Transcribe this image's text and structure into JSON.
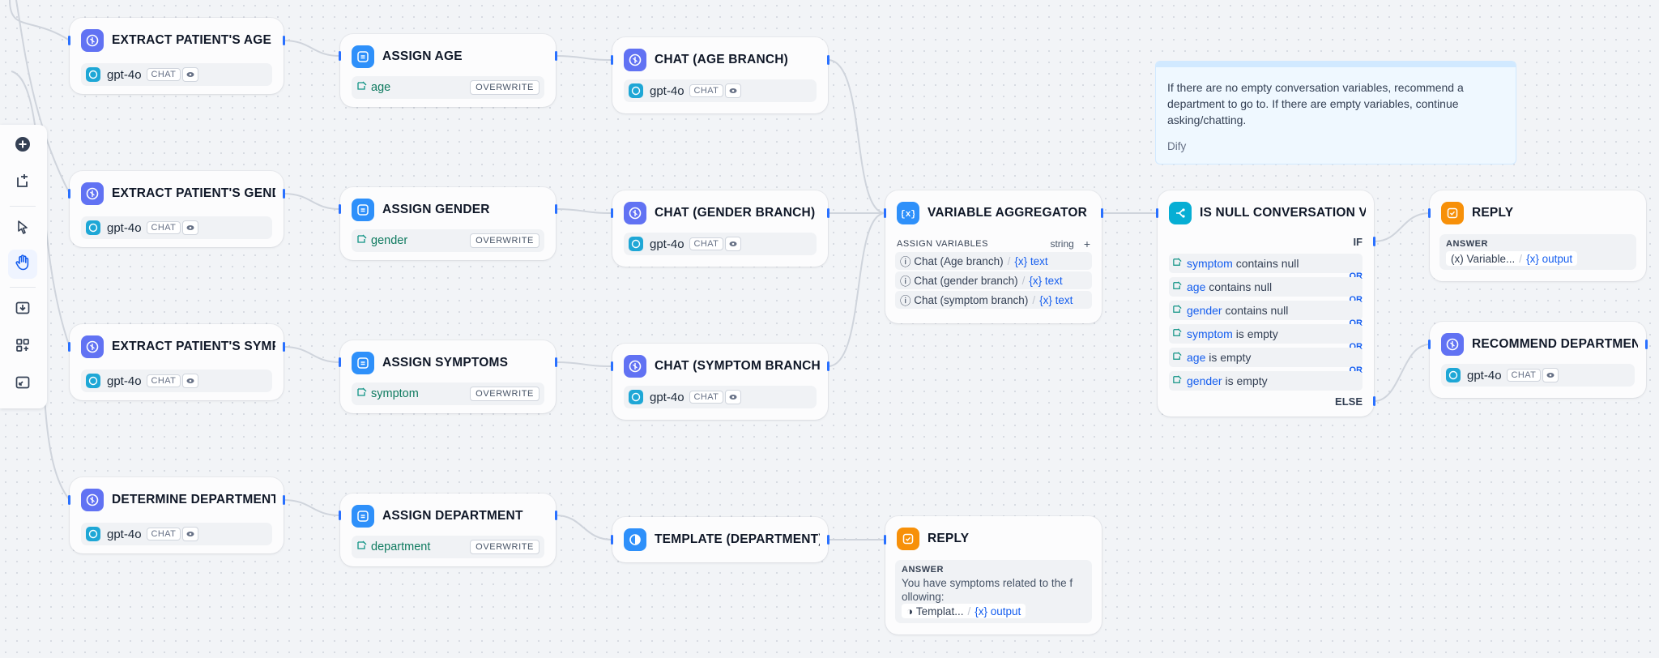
{
  "nodes": {
    "extract_age": {
      "title": "EXTRACT PATIENT'S AGE",
      "model": "gpt-4o",
      "mode": "CHAT"
    },
    "extract_gender": {
      "title": "EXTRACT PATIENT'S GENDE",
      "model": "gpt-4o",
      "mode": "CHAT"
    },
    "extract_symptom": {
      "title": "EXTRACT PATIENT'S SYMPT",
      "model": "gpt-4o",
      "mode": "CHAT"
    },
    "determine_department": {
      "title": "DETERMINE DEPARTMENT",
      "model": "gpt-4o",
      "mode": "CHAT"
    },
    "assign_age": {
      "title": "ASSIGN AGE",
      "variable": "age",
      "operation": "OVERWRITE"
    },
    "assign_gender": {
      "title": "ASSIGN GENDER",
      "variable": "gender",
      "operation": "OVERWRITE"
    },
    "assign_symptoms": {
      "title": "ASSIGN SYMPTOMS",
      "variable": "symptom",
      "operation": "OVERWRITE"
    },
    "assign_department": {
      "title": "ASSIGN DEPARTMENT",
      "variable": "department",
      "operation": "OVERWRITE"
    },
    "chat_age": {
      "title": "CHAT (AGE BRANCH)",
      "model": "gpt-4o",
      "mode": "CHAT"
    },
    "chat_gender": {
      "title": "CHAT (GENDER BRANCH)",
      "model": "gpt-4o",
      "mode": "CHAT"
    },
    "chat_symptom": {
      "title": "CHAT (SYMPTOM BRANCH)",
      "model": "gpt-4o",
      "mode": "CHAT"
    },
    "template_department": {
      "title": "TEMPLATE (DEPARTMENT)"
    },
    "variable_aggregator": {
      "title": "VARIABLE AGGREGATOR",
      "section_label": "ASSIGN VARIABLES",
      "type_label": "string",
      "add_symbol": "+",
      "items": [
        {
          "source": "Chat (Age branch)",
          "var": "text"
        },
        {
          "source": "Chat (gender branch)",
          "var": "text"
        },
        {
          "source": "Chat (symptom branch)",
          "var": "text"
        }
      ]
    },
    "reply_department": {
      "title": "REPLY",
      "answer_label": "ANSWER",
      "answer_text_line1": "You have symptoms related to the f",
      "answer_text_line2": "ollowing:",
      "ref_source": "Templat...",
      "ref_var": "output"
    },
    "is_null": {
      "title": "IS NULL CONVERSATION VA",
      "if_label": "IF",
      "else_label": "ELSE",
      "conditions": [
        {
          "var": "symptom",
          "op": "contains",
          "value": "null"
        },
        {
          "var": "age",
          "op": "contains",
          "value": "null"
        },
        {
          "var": "gender",
          "op": "contains",
          "value": "null"
        },
        {
          "var": "symptom",
          "op": "is empty",
          "value": ""
        },
        {
          "var": "age",
          "op": "is empty",
          "value": ""
        },
        {
          "var": "gender",
          "op": "is empty",
          "value": ""
        }
      ],
      "or_label": "OR"
    },
    "reply_main": {
      "title": "REPLY",
      "answer_label": "ANSWER",
      "ref_source": "Variable...",
      "ref_var": "output"
    },
    "recommend_department": {
      "title": "RECOMMEND DEPARTMENT",
      "model": "gpt-4o",
      "mode": "CHAT"
    }
  },
  "note": {
    "text": "If there are no empty conversation variables, recommend a department to go to. If there are empty variables, continue asking/chatting.",
    "author": "Dify"
  },
  "toolbar": [
    "add-node",
    "add-note",
    "pointer-mode",
    "hand-mode",
    "export-image",
    "organize-nodes",
    "fit-view"
  ],
  "colors": {
    "llm": "#6172f3",
    "assigner": "#2e90fa",
    "if_else": "#06aed4",
    "answer": "#f79009",
    "handle": "#2970ff",
    "variable": "#155eef"
  }
}
